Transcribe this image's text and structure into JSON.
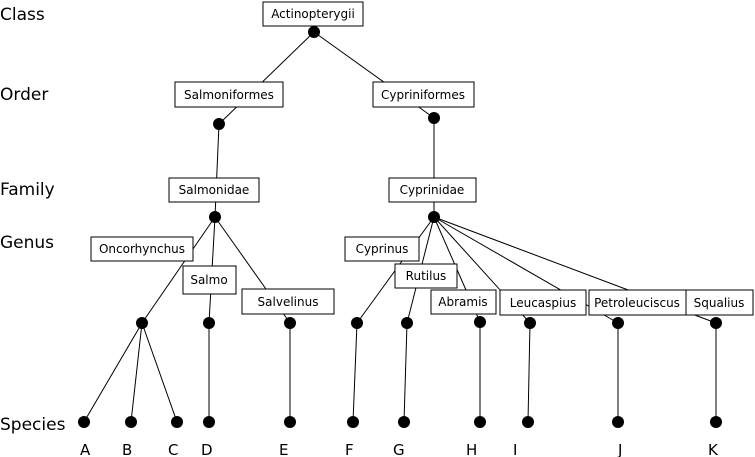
{
  "ranks": {
    "class": "Class",
    "order": "Order",
    "family": "Family",
    "genus": "Genus",
    "species": "Species"
  },
  "taxa": {
    "actinopterygii": "Actinopterygii",
    "salmoniformes": "Salmoniformes",
    "cypriniformes": "Cypriniformes",
    "salmonidae": "Salmonidae",
    "cyprinidae": "Cyprinidae",
    "oncorhynchus": "Oncorhynchus",
    "salmo": "Salmo",
    "salvelinus": "Salvelinus",
    "cyprinus": "Cyprinus",
    "rutilus": "Rutilus",
    "abramis": "Abramis",
    "leucaspius": "Leucaspius",
    "petroleuciscus": "Petroleuciscus",
    "squalius": "Squalius"
  },
  "species": [
    "A",
    "B",
    "C",
    "D",
    "E",
    "F",
    "G",
    "H",
    "I",
    "J",
    "K"
  ]
}
